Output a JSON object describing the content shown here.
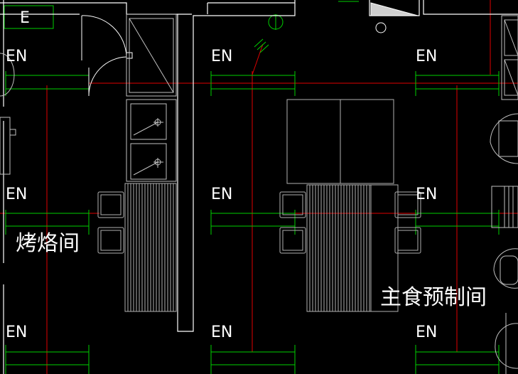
{
  "drawing": {
    "colors": {
      "background": "#000000",
      "wall": "#ffffff",
      "equipment": "#c0c0c0",
      "axis": "#e00000",
      "dimension": "#00d000",
      "text": "#ffffff"
    },
    "top_label": "E",
    "en_label": "EN",
    "rooms": {
      "left": "烤烙间",
      "right": "主食预制间"
    }
  }
}
